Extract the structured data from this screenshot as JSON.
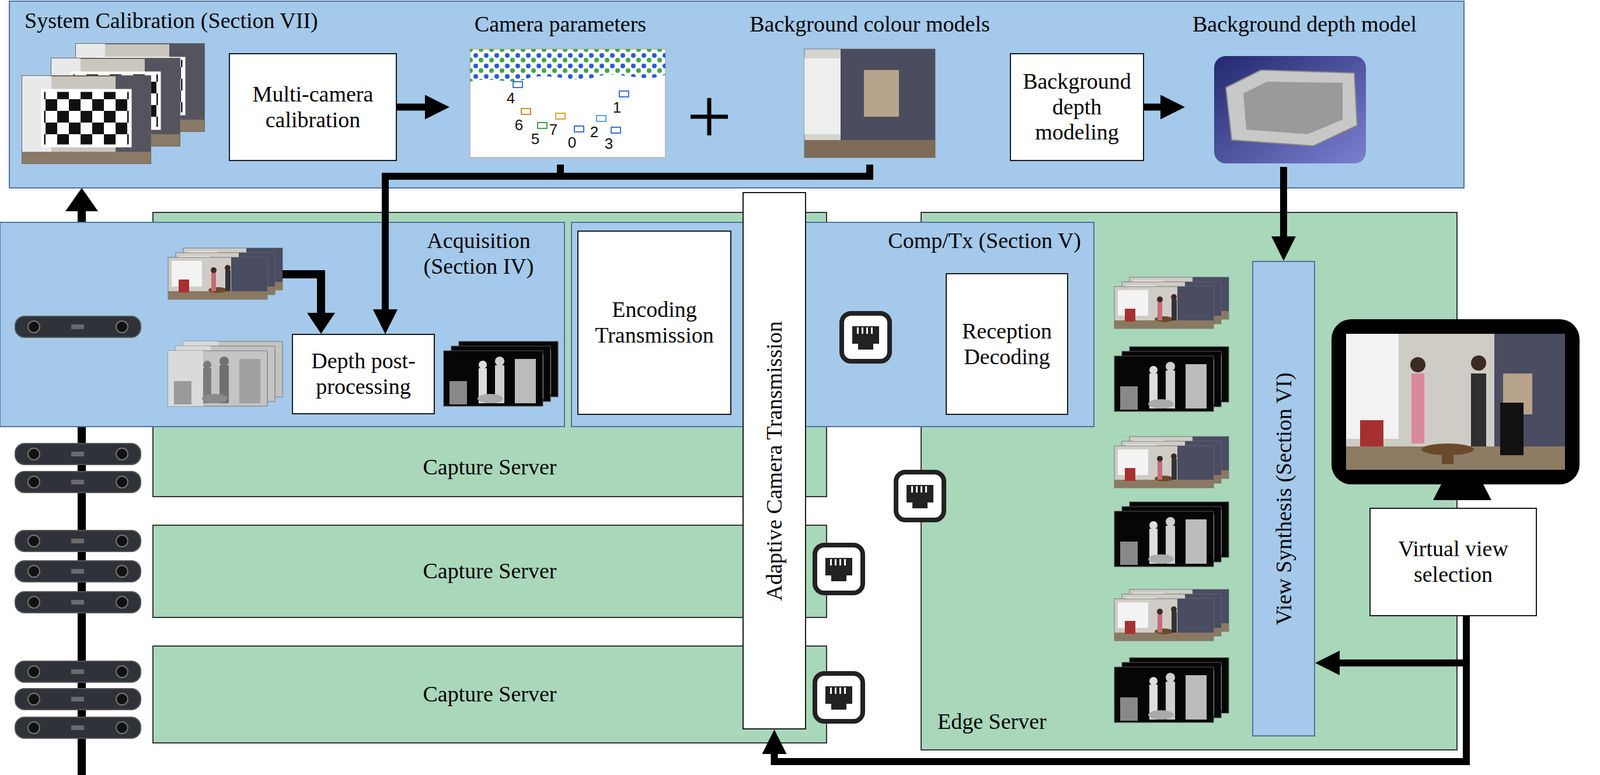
{
  "diagram": {
    "nodes": [
      {
        "text": [
          "System Calibration (Section VII)"
        ]
      },
      {
        "text": [
          "Multi-camera calibration"
        ],
        "in": 0
      },
      {
        "text": [
          "Camera parameters"
        ],
        "in": 0
      },
      {
        "text": [
          "Background colour models"
        ],
        "in": 0
      },
      {
        "text": [
          "Background depth modeling"
        ],
        "in": 0
      },
      {
        "text": [
          "Background depth model"
        ],
        "in": 0
      },
      {
        "text": [
          "Capture Server"
        ]
      },
      {
        "text": [
          "Acquisition (Section IV)"
        ]
      },
      {
        "text": [
          "Depth post-processing"
        ],
        "in": 7
      },
      {
        "text": [
          "Comp/Tx (Section V)"
        ]
      },
      {
        "text": [
          "Encoding Transmission"
        ],
        "in": 9
      },
      {
        "text": [
          "Reception Decoding"
        ],
        "in": 9
      },
      {
        "text": [
          "Adaptive Camera Transmission"
        ]
      },
      {
        "text": [
          "Capture Server"
        ]
      },
      {
        "text": [
          "Capture Server"
        ]
      },
      {
        "text": [
          "Edge Server"
        ]
      },
      {
        "text": [
          "View Synthesis (Section VI)"
        ],
        "in": 15
      },
      {
        "text": [
          "Virtual view selection"
        ]
      }
    ],
    "edges": [
      {
        "from": 1,
        "to": 2,
        "arrow": "to"
      },
      {
        "from": 2,
        "to": 8,
        "arrow": "to"
      },
      {
        "from": 3,
        "to": 8,
        "arrow": "to"
      },
      {
        "from": 4,
        "to": 5,
        "arrow": "to"
      },
      {
        "from": 5,
        "to": 16,
        "arrow": "to"
      },
      {
        "from": 17,
        "to": 16,
        "arrow": "to"
      },
      {
        "from": 17,
        "to": 12,
        "arrow": "to"
      }
    ],
    "labels": [
      "4",
      "6",
      "5",
      "7",
      "0",
      "2",
      "3",
      "1"
    ]
  }
}
